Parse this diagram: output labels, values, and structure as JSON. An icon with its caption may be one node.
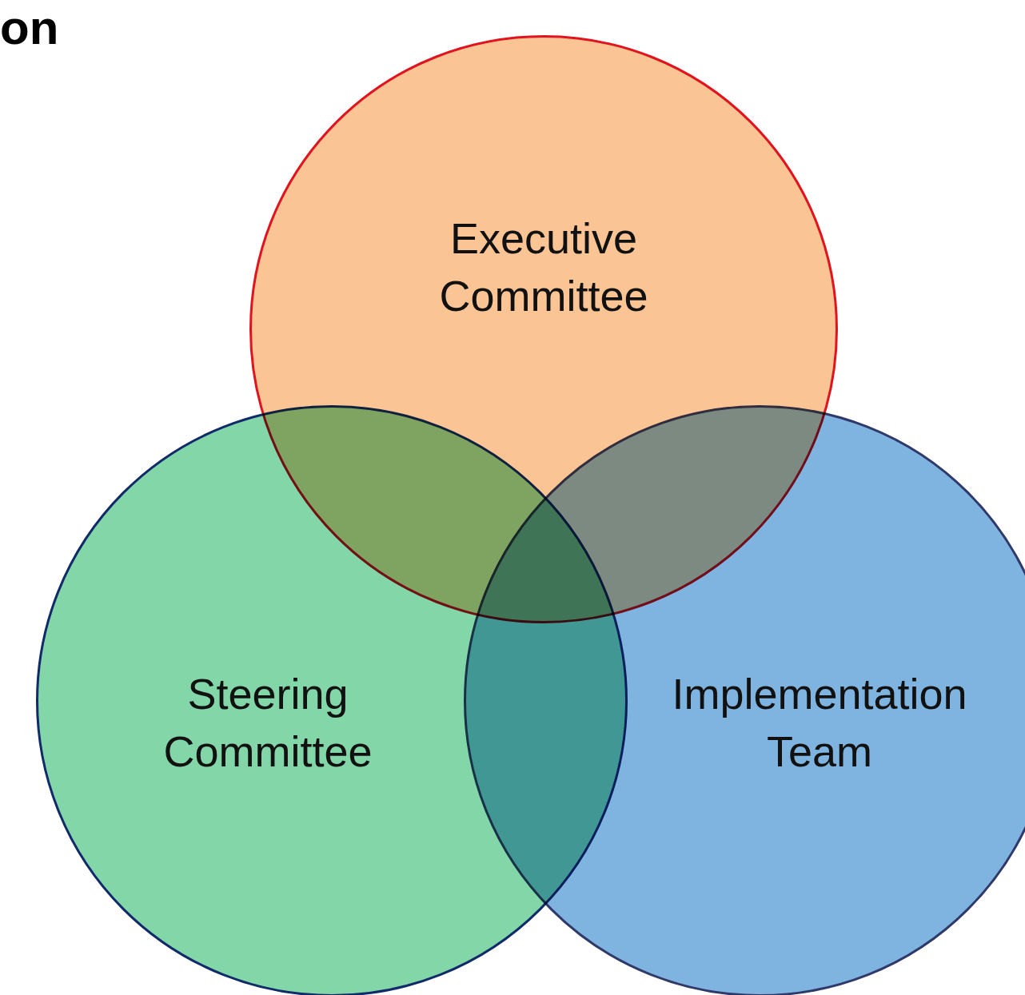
{
  "diagram": {
    "nodes": [
      {
        "text": [
          "Executive Committee"
        ]
      },
      {
        "text": [
          "Steering Committee"
        ]
      },
      {
        "text": [
          "Implementation Team"
        ]
      }
    ],
    "labels": [
      "on"
    ]
  }
}
